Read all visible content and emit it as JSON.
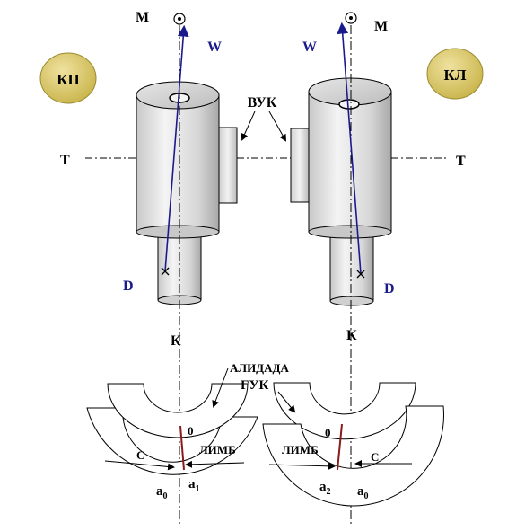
{
  "labels": {
    "m_left": "M",
    "m_right": "M",
    "w_left": "W",
    "w_right": "W",
    "kp": "КП",
    "kl": "КЛ",
    "vuk": "ВУК",
    "t_left": "T",
    "t_right": "T",
    "d_left": "D",
    "d_right": "D",
    "k_left": "К",
    "k_right": "К",
    "alidada": "АЛИДАДА",
    "guk": "ГУК",
    "zero_left": "0",
    "zero_right": "0",
    "limb_left": "ЛИМБ",
    "limb_right": "ЛИМБ",
    "c_left": "C",
    "c_right": "C",
    "a0_left": "a",
    "a0_left_sub": "0",
    "a1": "a",
    "a1_sub": "1",
    "a2": "a",
    "a2_sub": "2",
    "a0_right": "a",
    "a0_right_sub": "0"
  },
  "colors": {
    "badge_fill": "#d8c45a",
    "sight_line": "#1a1a8c",
    "index_line": "#8b1a1a",
    "w_label": "#1a1a8c",
    "d_label": "#1a1a8c"
  }
}
